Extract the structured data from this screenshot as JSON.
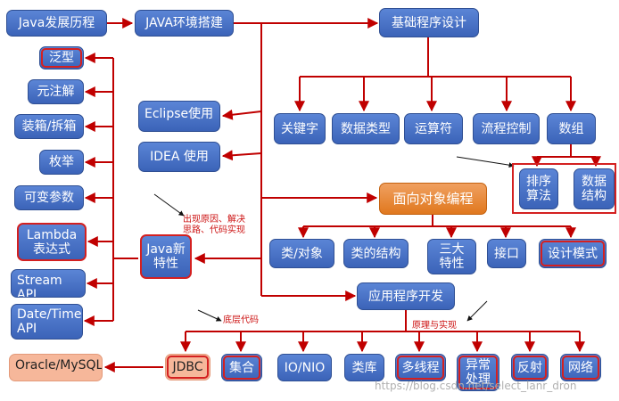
{
  "nodes": {
    "java_history": "Java发展历程",
    "java_env": "JAVA环境搭建",
    "basic_programming": "基础程序设计",
    "keywords": "关键字",
    "data_types": "数据类型",
    "operators": "运算符",
    "flow_control": "流程控制",
    "arrays": "数组",
    "sort_algorithms": "排序\n算法",
    "data_structures": "数据\n结构",
    "eclipse": "Eclipse使用",
    "idea": "IDEA 使用",
    "oop": "面向对象编程",
    "class_object": "类/对象",
    "class_structure": "类的结构",
    "three_features": "三大\n特性",
    "interface": "接口",
    "design_patterns": "设计模式",
    "app_dev": "应用程序开发",
    "java_new_features": "Java新\n特性",
    "generics": "泛型",
    "annotations": "元注解",
    "boxing": "装箱/拆箱",
    "enums": "枚举",
    "varargs": "可变参数",
    "lambda": "Lambda\n表达式",
    "stream_api": "Stream\nAPI",
    "datetime_api": "Date/Time\nAPI",
    "jdbc": "JDBC",
    "oracle_mysql": "Oracle/MySQL",
    "collections": "集合",
    "io_nio": "IO/NIO",
    "class_library": "类库",
    "multithreading": "多线程",
    "exceptions": "异常\n处理",
    "reflection": "反射",
    "networking": "网络"
  },
  "notes": {
    "reasons": "出现原因、解决\n思路、代码实现",
    "low_level_code": "底层代码",
    "principle_impl": "原理与实现"
  },
  "watermark": "https://blog.csdn.net/select_lanr_dron",
  "colors": {
    "node_blue": "#3b63b8",
    "arrow_red": "#c00000",
    "highlight_red": "#d42020",
    "oop_orange": "#e0781e",
    "db_peach": "#f6b79a"
  }
}
